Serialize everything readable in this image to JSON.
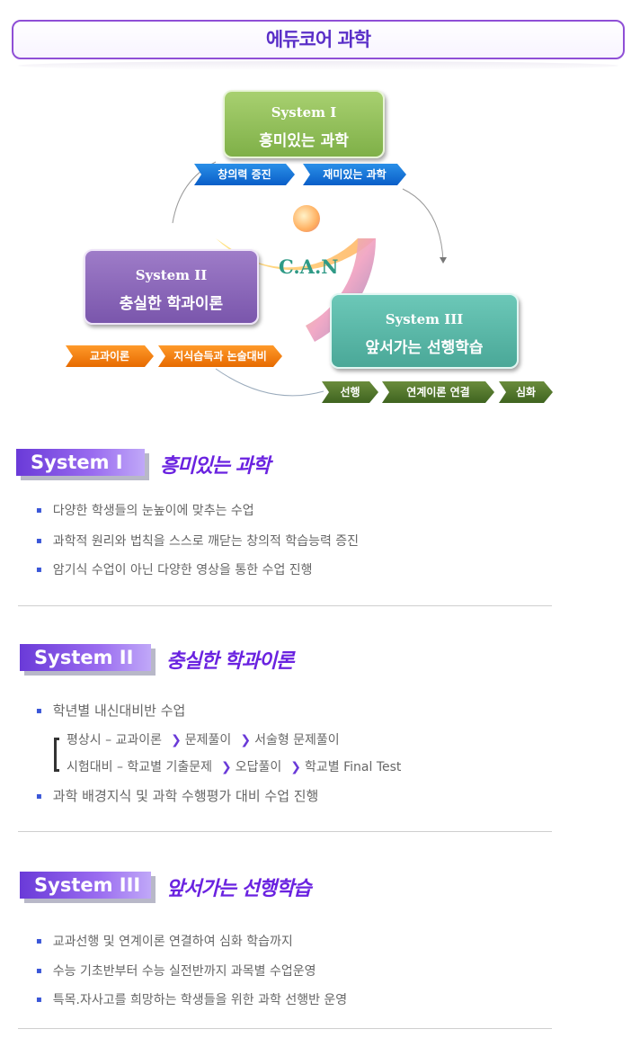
{
  "header": {
    "title": "에듀코어 과학"
  },
  "diagram": {
    "system1": {
      "roman": "System I",
      "name": "흥미있는 과학"
    },
    "system2": {
      "roman": "System II",
      "name": "충실한 학과이론"
    },
    "system3": {
      "roman": "System III",
      "name": "앞서가는 선행학습"
    },
    "center_label": "C.A.N",
    "tags1": [
      "창의력 증진",
      "재미있는 과학"
    ],
    "tags2": [
      "교과이론",
      "지식습득과 논술대비"
    ],
    "tags3": [
      "선행",
      "연계이론 연결",
      "심화"
    ]
  },
  "section1": {
    "badge": "System I",
    "subtitle": "흥미있는 과학",
    "bullets": [
      "다양한 학생들의 눈높이에 맞추는 수업",
      "과학적 원리와 법칙을 스스로 깨닫는 창의적 학습능력 증진",
      "암기식 수업이 아닌 다양한 영상을 통한 수업 진행"
    ]
  },
  "section2": {
    "badge": "System II",
    "subtitle": "충실한 학과이론",
    "bullet_top": "학년별 내신대비반 수업",
    "line1": {
      "lead": "평상시 – 교과이론",
      "s1": "문제풀이",
      "s2": "서술형 문제풀이"
    },
    "line2": {
      "lead": "시험대비 – 학교별 기출문제",
      "s1": "오답풀이",
      "s2": "학교별 Final Test"
    },
    "bullet_bottom": "과학 배경지식 및 과학 수행평가 대비 수업 진행"
  },
  "section3": {
    "badge": "System III",
    "subtitle": "앞서가는 선행학습",
    "bullets": [
      "교과선행 및 연계이론 연결하여 심화 학습까지",
      "수능 기초반부터 수능 실전반까지 과목별 수업운영",
      "특목.자사고를 희망하는 학생들을 위한 과학 선행반 운영"
    ]
  },
  "colors": {
    "accent_purple": "#6a3ad8",
    "system1_green": "#8cbc58",
    "system2_purple": "#8a66b8",
    "system3_teal": "#5cb8a8"
  }
}
